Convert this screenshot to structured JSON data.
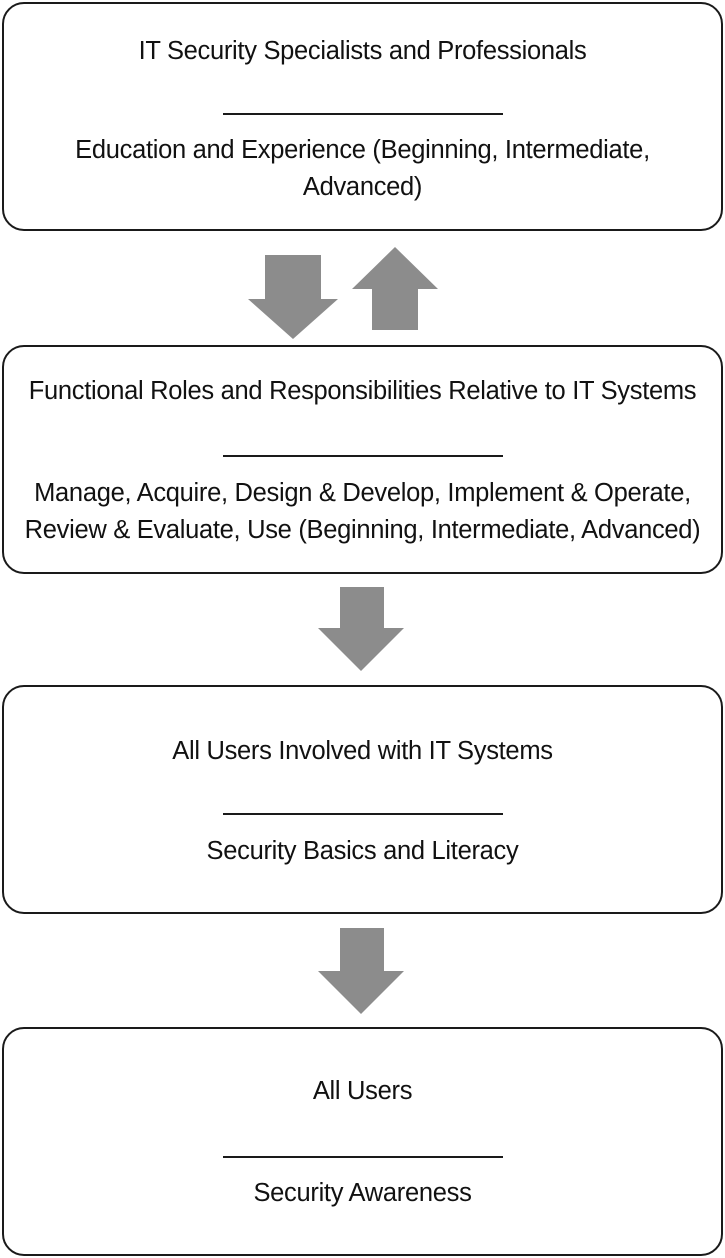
{
  "boxes": [
    {
      "title": "IT Security Specialists and Professionals",
      "description": [
        "Education and Experience (Beginning, Intermediate,",
        "Advanced)"
      ]
    },
    {
      "title": "Functional Roles and Responsibilities Relative to IT Systems",
      "description": [
        "Manage, Acquire, Design & Develop, Implement & Operate,",
        "Review & Evaluate, Use (Beginning, Intermediate, Advanced)"
      ]
    },
    {
      "title": "All Users Involved with IT Systems",
      "description": [
        "Security Basics and Literacy"
      ]
    },
    {
      "title": "All Users",
      "description": [
        "Security Awareness"
      ]
    }
  ],
  "arrows": [
    {
      "from": 0,
      "to": 1,
      "direction": "down"
    },
    {
      "from": 1,
      "to": 0,
      "direction": "up"
    },
    {
      "from": 1,
      "to": 2,
      "direction": "down"
    },
    {
      "from": 2,
      "to": 3,
      "direction": "down"
    }
  ],
  "colors": {
    "arrow_fill": "#8c8c8c",
    "border": "#1a1a1a",
    "background": "#ffffff"
  }
}
